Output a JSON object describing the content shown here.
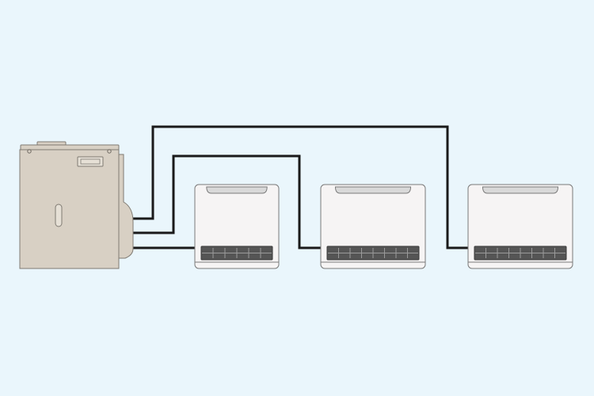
{
  "diagram": {
    "background": "#eaf6fc",
    "colors": {
      "boiler_body": "#d8d0c4",
      "boiler_outline": "#7f7a72",
      "heater_body": "#f6f4f4",
      "heater_outline": "#7a7a7a",
      "grille": "#555555",
      "pipe": "#1a1a1a"
    },
    "source_unit": {
      "kind": "outdoor-boiler"
    },
    "heaters": [
      {
        "kind": "panel-heater"
      },
      {
        "kind": "panel-heater"
      },
      {
        "kind": "panel-heater"
      }
    ],
    "connections": [
      {
        "from": "source-unit",
        "to": "heater-1"
      },
      {
        "from": "source-unit",
        "to": "heater-2"
      },
      {
        "from": "source-unit",
        "to": "heater-3"
      }
    ]
  }
}
